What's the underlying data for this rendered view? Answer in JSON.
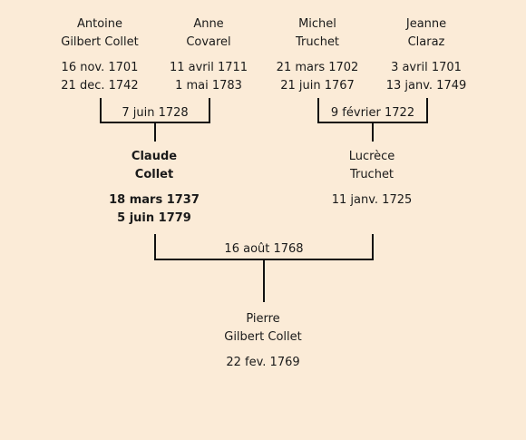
{
  "people": {
    "antoine": {
      "first_name": "Antoine",
      "last_name": "Gilbert Collet",
      "birth": "16 nov. 1701",
      "death": "21 dec. 1742"
    },
    "anne": {
      "first_name": "Anne",
      "last_name": "Covarel",
      "birth": "11 avril 1711",
      "death": "1 mai 1783"
    },
    "michel": {
      "first_name": "Michel",
      "last_name": "Truchet",
      "birth": "21 mars 1702",
      "death": "21 juin 1767"
    },
    "jeanne": {
      "first_name": "Jeanne",
      "last_name": "Claraz",
      "birth": "3 avril 1701",
      "death": "13 janv. 1749"
    },
    "claude": {
      "first_name": "Claude",
      "last_name": "Collet",
      "birth": "18 mars 1737",
      "death": "5 juin 1779"
    },
    "lucrece": {
      "first_name": "Lucrèce",
      "last_name": "Truchet",
      "birth": "11 janv. 1725"
    },
    "pierre": {
      "first_name": "Pierre",
      "last_name": "Gilbert Collet",
      "birth": "22 fev. 1769"
    }
  },
  "unions": {
    "antoine_anne": "7 juin 1728",
    "michel_jeanne": "9 février 1722",
    "claude_lucrece": "16 août 1768"
  },
  "colors": {
    "background": "#fbebd7",
    "line": "#111111"
  }
}
